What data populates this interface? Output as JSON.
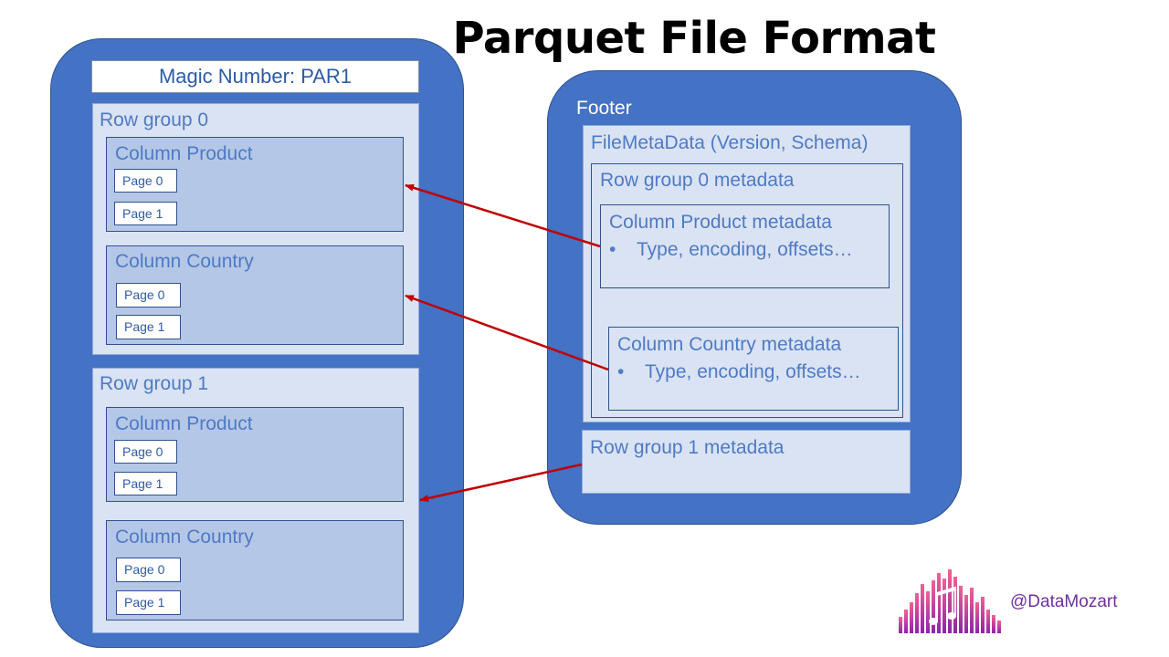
{
  "title": "Parquet File Format",
  "file": {
    "magic_number": "Magic Number: PAR1",
    "row_groups": [
      {
        "label": "Row group 0",
        "columns": [
          {
            "label": "Column Product",
            "pages": [
              "Page 0",
              "Page 1"
            ]
          },
          {
            "label": "Column Country",
            "pages": [
              "Page 0",
              "Page 1"
            ]
          }
        ]
      },
      {
        "label": "Row group 1",
        "columns": [
          {
            "label": "Column Product",
            "pages": [
              "Page 0",
              "Page 1"
            ]
          },
          {
            "label": "Column Country",
            "pages": [
              "Page 0",
              "Page 1"
            ]
          }
        ]
      }
    ]
  },
  "footer": {
    "label": "Footer",
    "file_metadata": "FileMetaData (Version, Schema)",
    "row_group_0_metadata": {
      "label": "Row group 0 metadata",
      "column_product": {
        "label": "Column Product metadata",
        "bullet": "Type, encoding, offsets…"
      },
      "column_country": {
        "label": "Column Country metadata",
        "bullet": "Type, encoding, offsets…"
      }
    },
    "row_group_1_metadata": {
      "label": "Row group 1 metadata"
    }
  },
  "branding": {
    "handle": "@DataMozart"
  },
  "colors": {
    "container": "#4472c4",
    "panel": "#dae3f3",
    "column": "#b4c7e7",
    "arrow": "#c00000",
    "text": "#4f7ac4"
  }
}
